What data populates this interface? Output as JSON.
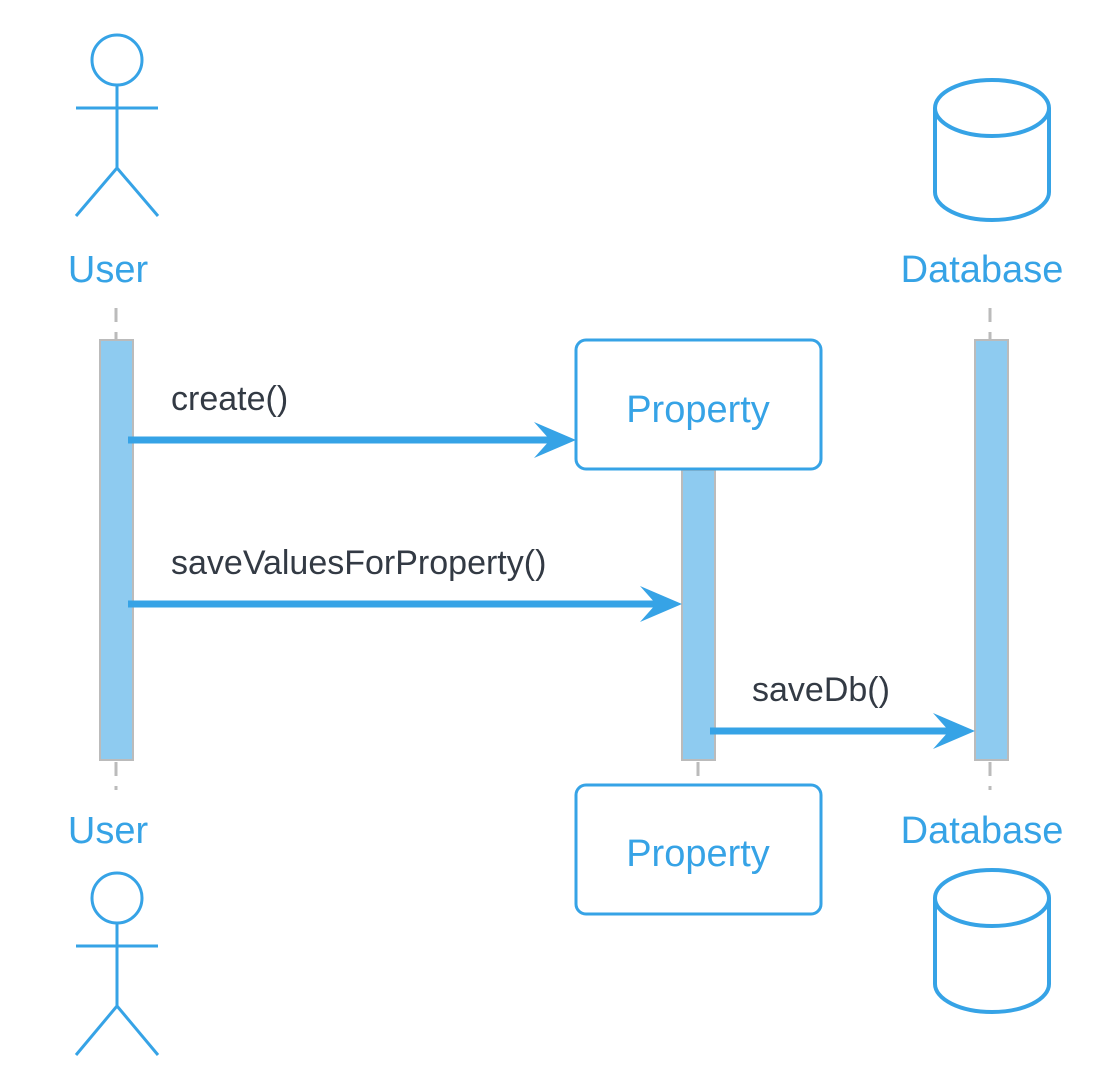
{
  "diagram": {
    "type": "sequence",
    "participants": [
      {
        "id": "user",
        "name": "User",
        "kind": "actor"
      },
      {
        "id": "property",
        "name": "Property",
        "kind": "object"
      },
      {
        "id": "database",
        "name": "Database",
        "kind": "database"
      }
    ],
    "messages": [
      {
        "from": "User",
        "to": "Property",
        "label": "create()",
        "kind": "create"
      },
      {
        "from": "User",
        "to": "Property",
        "label": "saveValuesForProperty()",
        "kind": "call"
      },
      {
        "from": "Property",
        "to": "Database",
        "label": "saveDb()",
        "kind": "call"
      }
    ]
  },
  "colors": {
    "accent": "#36a3e6",
    "label_text": "#333a44",
    "activation_fill": "#8ecbf0",
    "lifeline": "#bbbbbb",
    "background": "#ffffff"
  }
}
